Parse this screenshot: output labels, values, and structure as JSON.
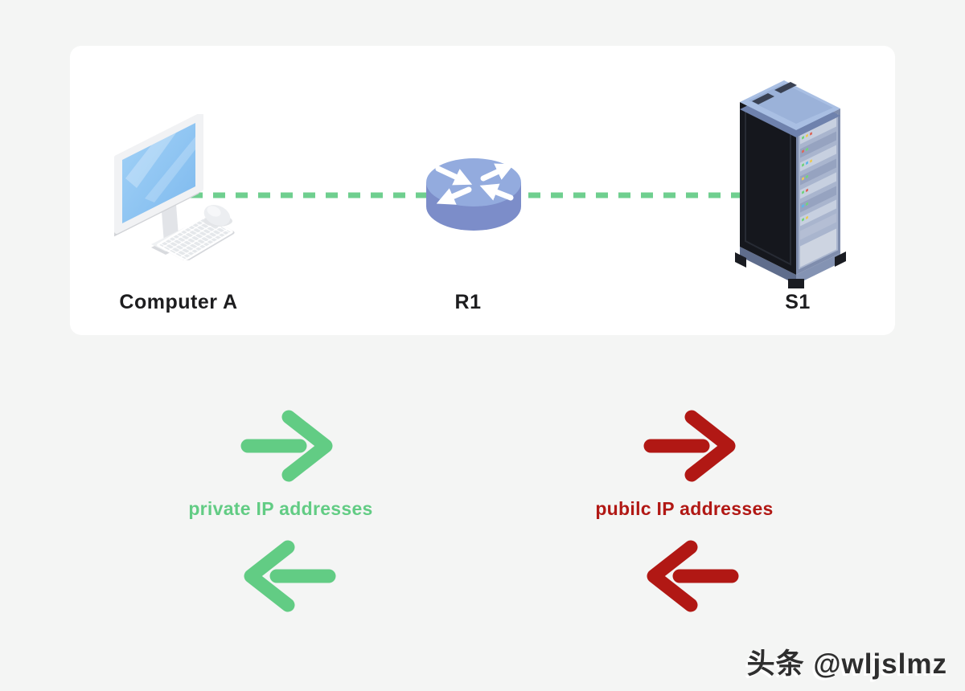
{
  "colors": {
    "page_bg": "#F4F5F4",
    "card_bg": "#FFFFFF",
    "link_green": "#6FCF8F",
    "private_green": "#62CC84",
    "public_red": "#B11814",
    "label_dark": "#1D1D1F",
    "watermark_dark": "#2E2E2E"
  },
  "card": {
    "nodes": [
      {
        "id": "computer-a",
        "label": "Computer A"
      },
      {
        "id": "r1",
        "label": "R1"
      },
      {
        "id": "s1",
        "label": "S1"
      }
    ],
    "link_style": "dashed"
  },
  "legend": {
    "private": {
      "label": "private IP addresses",
      "color": "#62CC84"
    },
    "public": {
      "label": "pubilc IP addresses",
      "color": "#B11814"
    }
  },
  "watermark": "头条 @wljslmz"
}
